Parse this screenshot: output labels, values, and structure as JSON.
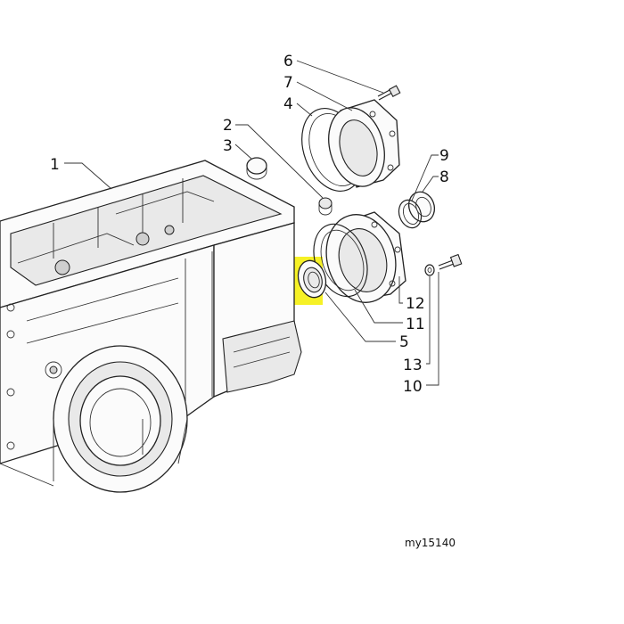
{
  "diagram": {
    "reference_code": "my15140",
    "highlight_color": "#f4ee00",
    "callouts": [
      {
        "id": "1",
        "label": "1"
      },
      {
        "id": "2",
        "label": "2"
      },
      {
        "id": "3",
        "label": "3"
      },
      {
        "id": "4",
        "label": "4"
      },
      {
        "id": "5",
        "label": "5"
      },
      {
        "id": "6",
        "label": "6"
      },
      {
        "id": "7",
        "label": "7"
      },
      {
        "id": "8",
        "label": "8"
      },
      {
        "id": "9",
        "label": "9"
      },
      {
        "id": "10",
        "label": "10"
      },
      {
        "id": "11",
        "label": "11"
      },
      {
        "id": "12",
        "label": "12"
      },
      {
        "id": "13",
        "label": "13"
      }
    ]
  }
}
